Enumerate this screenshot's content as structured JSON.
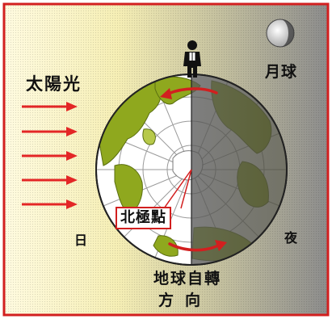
{
  "labels": {
    "sunlight": "太陽光",
    "moon": "月球",
    "day": "日",
    "night": "夜",
    "north_pole": "北極點",
    "rotation_line1": "地球自轉",
    "rotation_line2": "方向"
  },
  "colors": {
    "frame": "#d21f1f",
    "arrow": "#e32626",
    "day_ocean": "#ffffff",
    "land": "#8fa81e",
    "night_shade": "#3a3a3a",
    "background_light": "#fdf7c8",
    "background_dark": "#909090"
  },
  "icons": [
    "sun-ray-arrow-icon",
    "person-icon",
    "moon-icon",
    "rotation-arrow-icon"
  ]
}
